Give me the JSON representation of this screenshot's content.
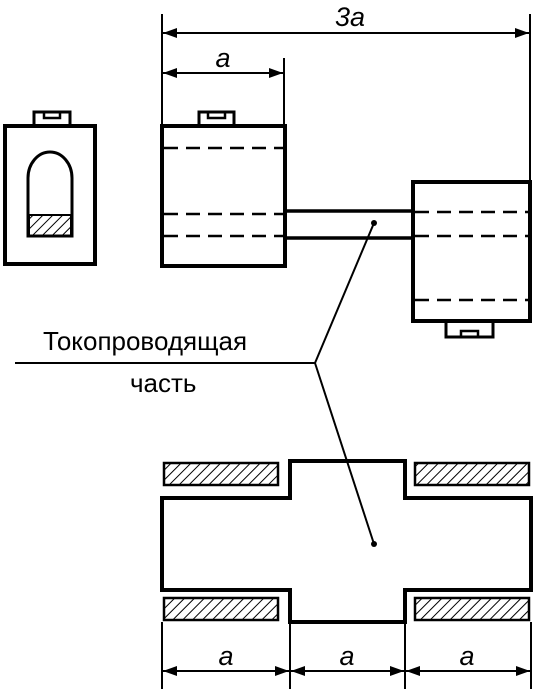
{
  "labels": {
    "dim_total": "3a",
    "dim_top": "a",
    "dim_bottom_left": "a",
    "dim_bottom_mid": "a",
    "dim_bottom_right": "a",
    "caption_line1": "Токопроводящая",
    "caption_line2": "часть"
  },
  "colors": {
    "ink": "#000000",
    "paper": "#ffffff"
  }
}
